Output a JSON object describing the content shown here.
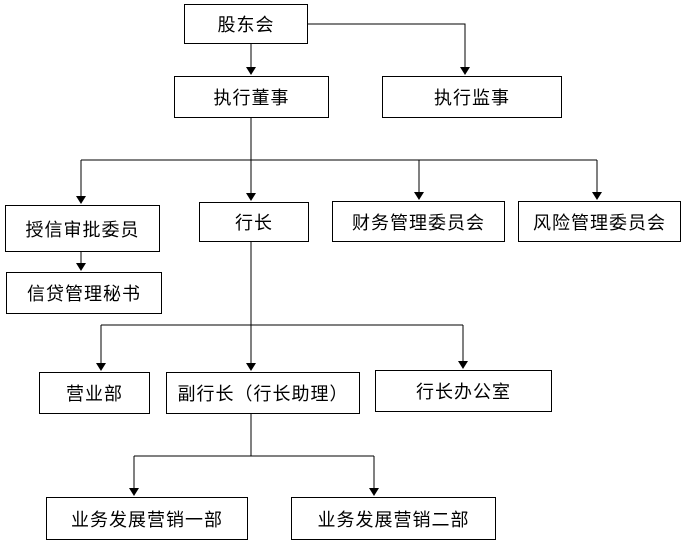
{
  "nodes": {
    "shareholders": "股东会",
    "exec_director": "执行董事",
    "exec_supervisor": "执行监事",
    "credit_committee": "授信审批委员",
    "president": "行长",
    "finance_committee": "财务管理委员会",
    "risk_committee": "风险管理委员会",
    "credit_secretary": "信贷管理秘书",
    "business_dept": "营业部",
    "vice_president": "副行长（行长助理）",
    "president_office": "行长办公室",
    "marketing_1": "业务发展营销一部",
    "marketing_2": "业务发展营销二部"
  }
}
